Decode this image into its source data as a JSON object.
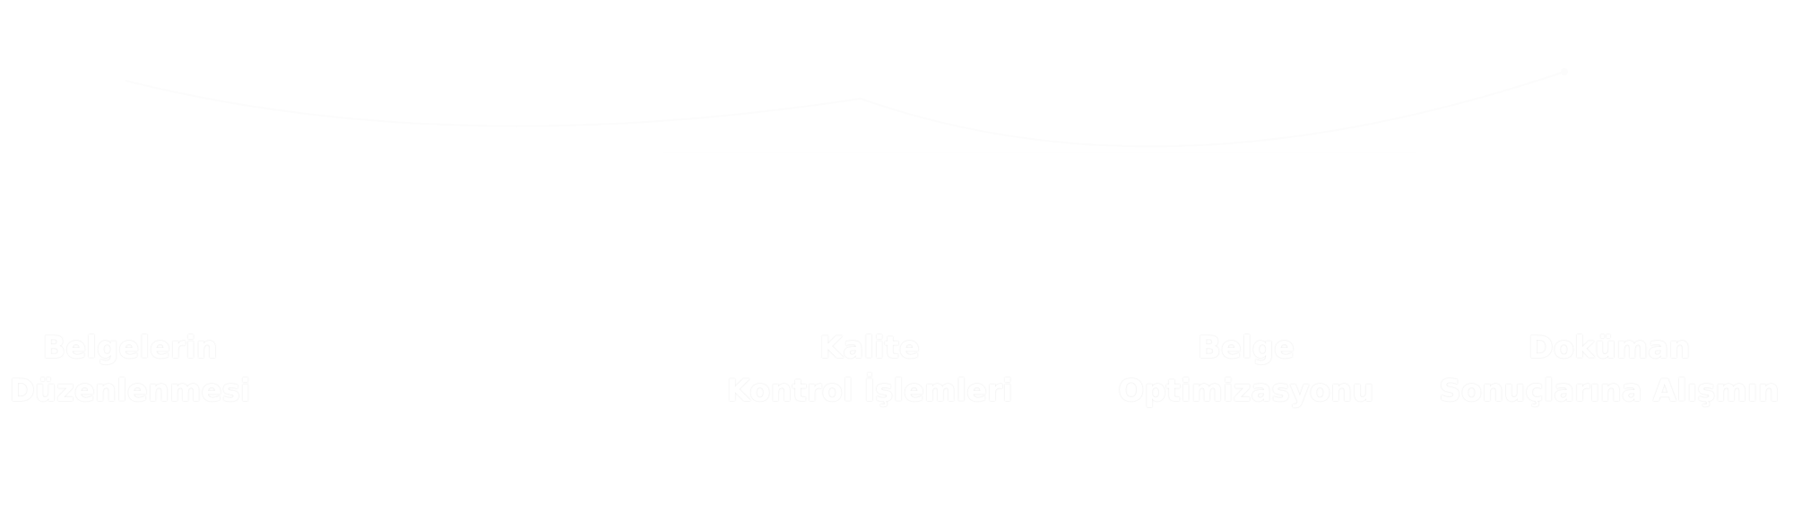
{
  "colors": {
    "background": "#ffffff",
    "label_text": "#ffffff",
    "connector": "#fdfdfd"
  },
  "steps": [
    {
      "line1": "Belgelerin",
      "line2": "Düzenlenmesi"
    },
    {
      "line1": "Kalite",
      "line2": "Kontrol İşlemleri"
    },
    {
      "line1": "Belge",
      "line2": "Optimizasyonu"
    },
    {
      "line1": "Doküman",
      "line2": "Sonuçlarına Alışmın"
    }
  ]
}
